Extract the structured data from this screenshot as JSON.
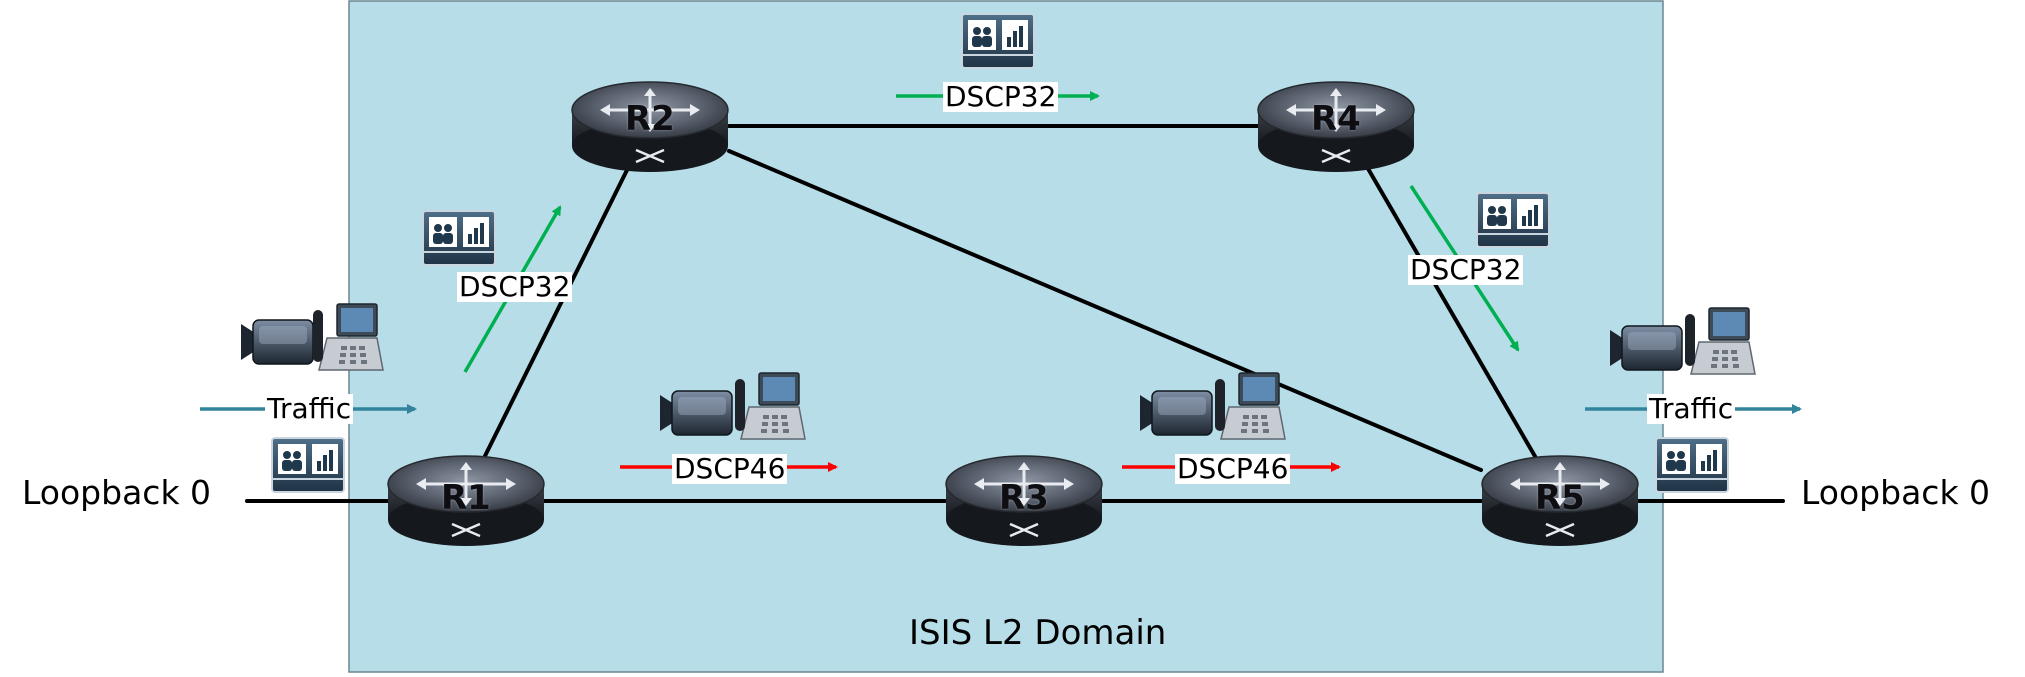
{
  "domain": {
    "label": "ISIS L2 Domain",
    "fill": "#b7dde8"
  },
  "routers": [
    {
      "id": "r1",
      "label": "R1"
    },
    {
      "id": "r2",
      "label": "R2"
    },
    {
      "id": "r3",
      "label": "R3"
    },
    {
      "id": "r4",
      "label": "R4"
    },
    {
      "id": "r5",
      "label": "R5"
    }
  ],
  "links": [
    {
      "from": "R1",
      "to": "R2"
    },
    {
      "from": "R1",
      "to": "R3"
    },
    {
      "from": "R3",
      "to": "R5"
    },
    {
      "from": "R2",
      "to": "R4"
    },
    {
      "from": "R2",
      "to": "R5"
    },
    {
      "from": "R4",
      "to": "R5"
    }
  ],
  "loopbacks": {
    "left": "Loopback 0",
    "right": "Loopback 0"
  },
  "flows": {
    "traffic_in": "Traffic",
    "traffic_out": "Traffic",
    "r1_r2": "DSCP32",
    "r2_r4": "DSCP32",
    "r4_r5": "DSCP32",
    "r1_r3": "DSCP46",
    "r3_r5": "DSCP46"
  },
  "colors": {
    "dscp32_arrow": "#00b050",
    "dscp46_arrow": "#ff0000",
    "traffic_arrow": "#31849b",
    "link": "#000000"
  },
  "icons": [
    "video-camera-icon",
    "ip-phone-icon",
    "telepresence-icon"
  ]
}
